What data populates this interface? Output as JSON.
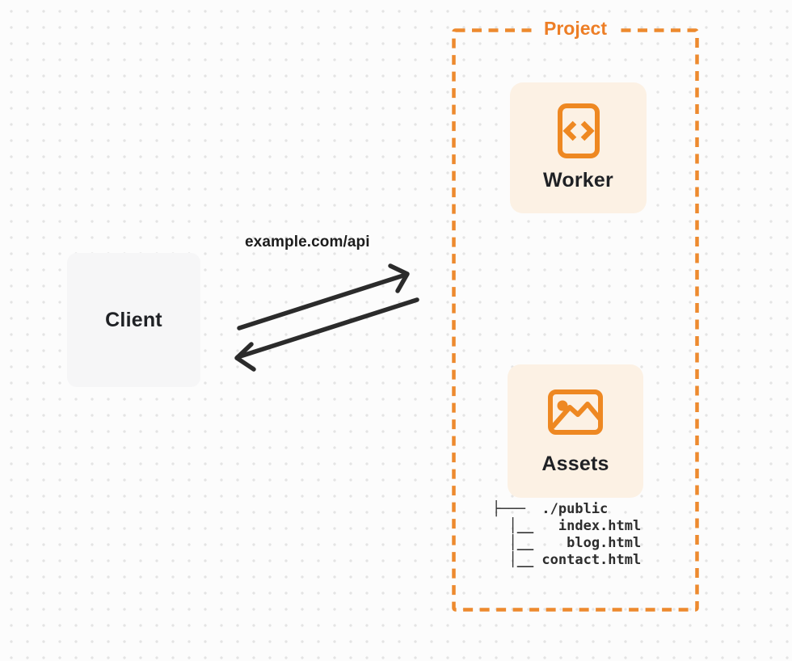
{
  "client": {
    "label": "Client"
  },
  "connection": {
    "label": "example.com/api",
    "request_direction": "client-to-project",
    "response_direction": "project-to-client",
    "arrow_color": "#2b2b2b"
  },
  "project": {
    "label": "Project",
    "accent_color": "#ed8a2e",
    "card_background": "#fcf1e4",
    "cards": [
      {
        "label": "Worker",
        "icon": "code-icon"
      },
      {
        "label": "Assets",
        "icon": "image-icon"
      }
    ],
    "file_tree": "├───  ./public\n  │__   index.html\n  │__    blog.html\n  │__ contact.html"
  },
  "background": {
    "base_color": "#fcfcfc",
    "dot_color": "#e4e4e4"
  }
}
